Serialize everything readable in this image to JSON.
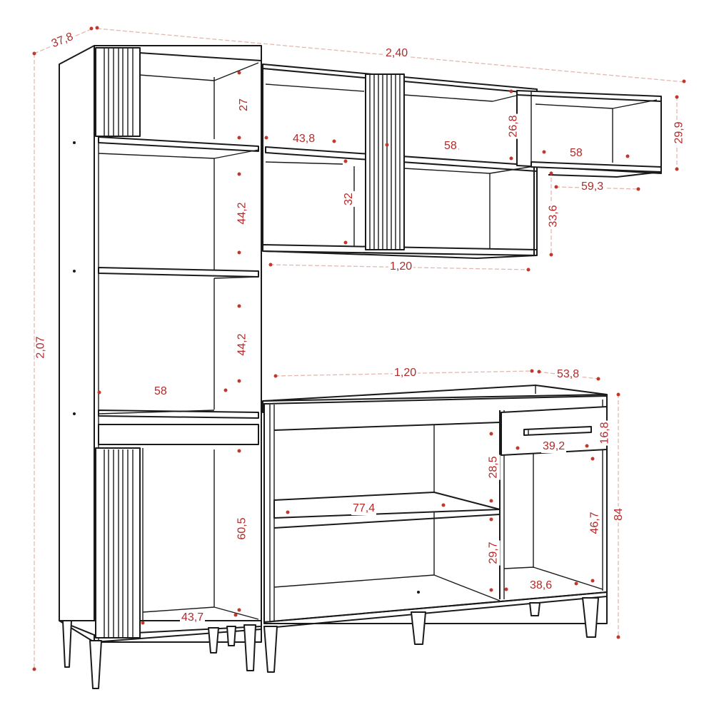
{
  "diagram": {
    "type": "furniture-dimension-drawing",
    "accent_color": "#b22a2a",
    "line_color": "#1a1a1a",
    "units_note": "",
    "overall": {
      "width": "2,40",
      "height": "2,07",
      "depth": "37,8"
    },
    "tall_cabinet": {
      "top_niche_height": "27",
      "shelf_1_height": "44,2",
      "shelf_2_height": "44,2",
      "inner_width": "58",
      "bottom_door_height": "60,5",
      "bottom_inner_width": "43,7"
    },
    "upper_cabinet": {
      "left_niche_width": "43,8",
      "left_lower_height": "32",
      "right_niche_width": "58",
      "right_niche_height": "26,8",
      "right_lower_height": "33,6",
      "total_width": "1,20"
    },
    "upper_open_shelf": {
      "inner_width": "58",
      "height": "29,9",
      "bottom_width": "59,3"
    },
    "base_cabinet": {
      "width": "1,20",
      "depth": "53,8",
      "height": "84",
      "upper_niche_height": "28,5",
      "shelf_width": "77,4",
      "lower_niche_height": "29,7",
      "drawer_width": "39,2",
      "drawer_height": "16,8",
      "right_niche_height": "46,7",
      "right_niche_width": "38,6"
    }
  }
}
